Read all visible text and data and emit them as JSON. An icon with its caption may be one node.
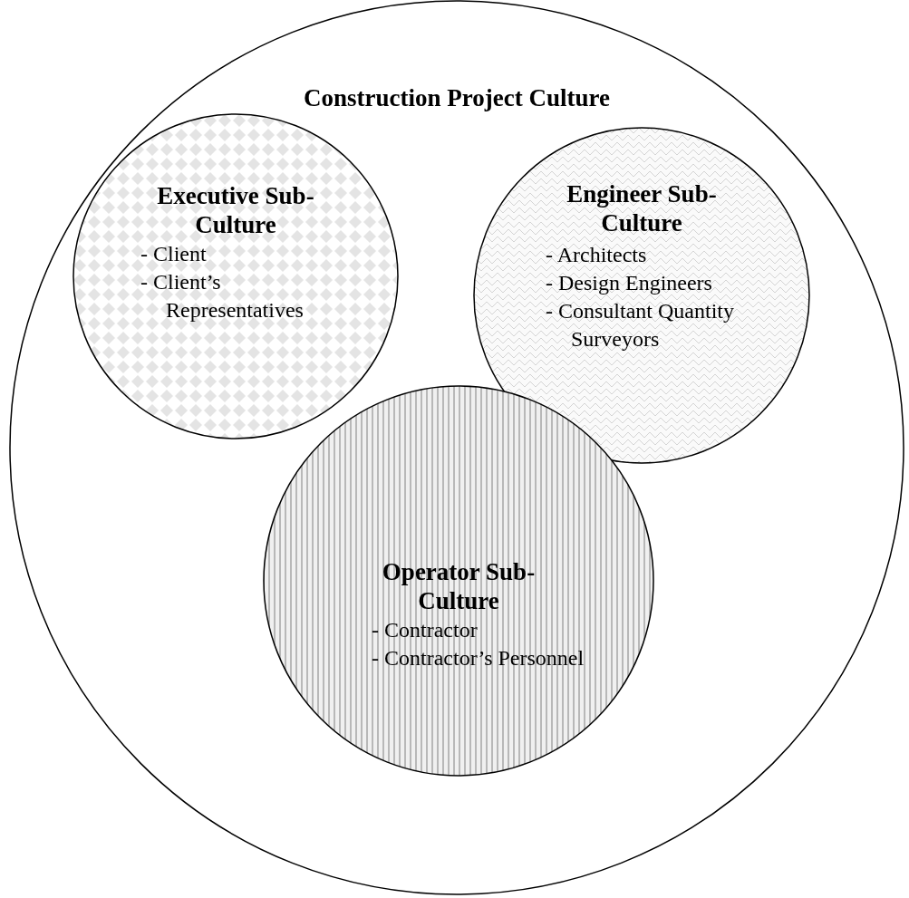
{
  "diagram": {
    "nodes": [
      {
        "text": [
          "Construction Project Culture"
        ]
      },
      {
        "text": [
          "Executive Sub-Culture",
          "- Client",
          "- Client’s Representatives"
        ],
        "in": 0
      },
      {
        "text": [
          "Engineer Sub-Culture",
          "- Architects",
          "- Design Engineers",
          "- Consultant Quantity Surveyors"
        ],
        "in": 0
      },
      {
        "text": [
          "Operator Sub-Culture",
          "- Contractor",
          "- Contractor’s Personnel"
        ],
        "in": 0
      }
    ]
  }
}
